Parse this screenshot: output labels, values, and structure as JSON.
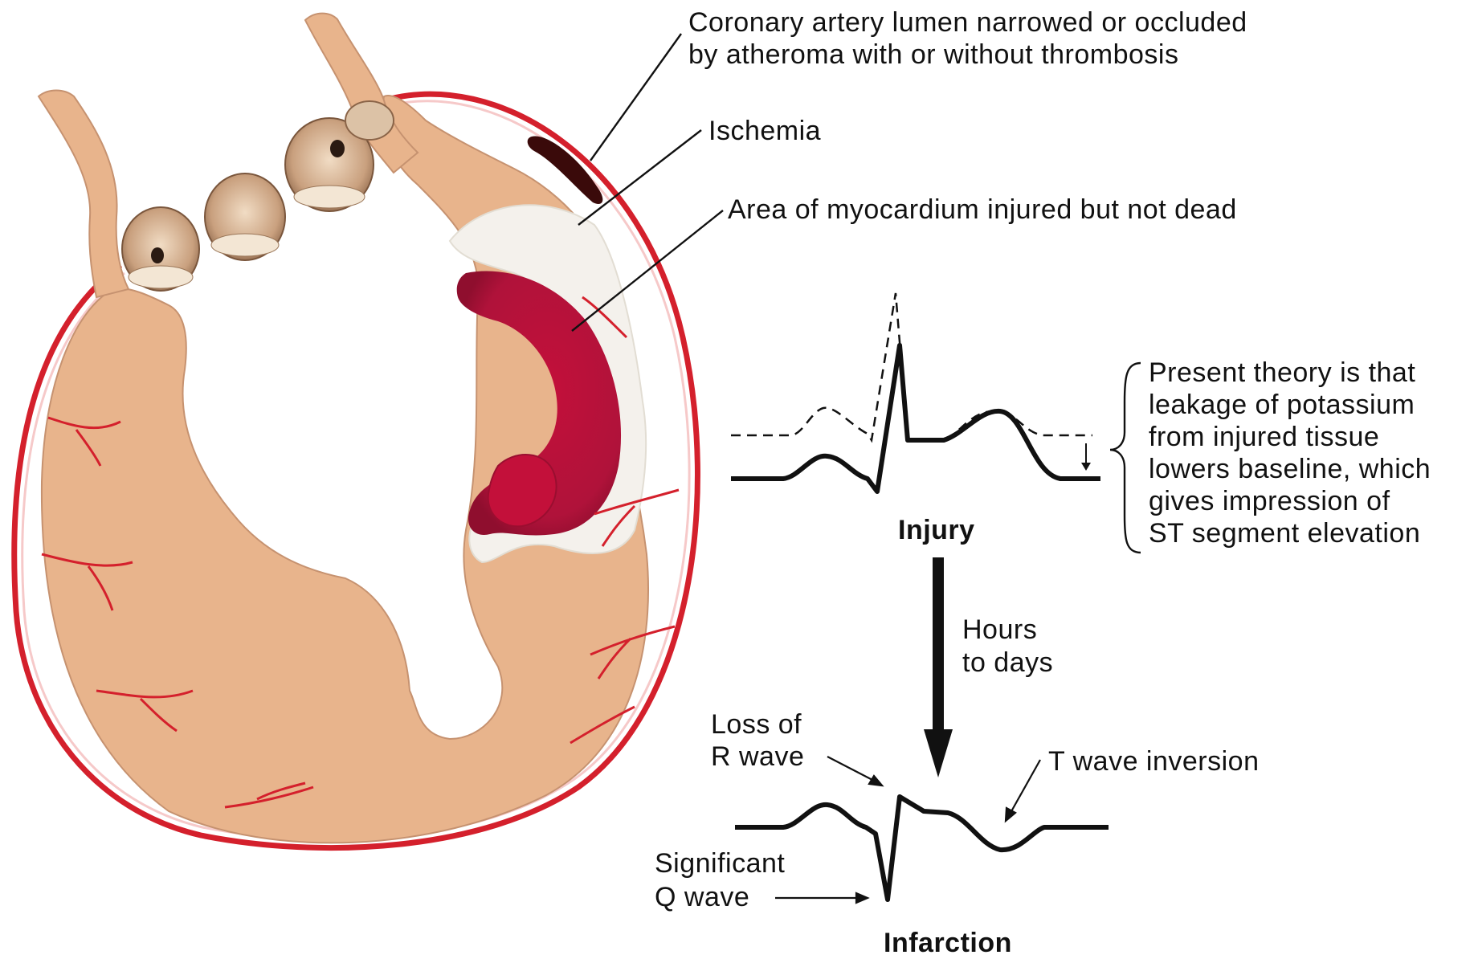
{
  "labels": {
    "coronary_line1": "Coronary artery lumen narrowed or occluded",
    "coronary_line2": "by atheroma with or without thrombosis",
    "ischemia": "Ischemia",
    "area_injured": "Area of myocardium injured but not dead",
    "theory_lines": [
      "Present theory is that",
      "leakage of potassium",
      "from injured tissue",
      "lowers baseline, which",
      "gives impression of",
      "ST segment elevation"
    ],
    "injury": "Injury",
    "hours_line1": "Hours",
    "hours_line2": "to days",
    "loss_line1": "Loss of",
    "loss_line2": "R wave",
    "t_wave": "T wave inversion",
    "sig_line1": "Significant",
    "sig_line2": "Q wave",
    "infarction": "Infarction"
  },
  "colors": {
    "muscle": "#e8b48c",
    "muscle_shadow": "#d49a72",
    "artery": "#d4202c",
    "infarct": "#c0143c",
    "ischemia_white": "#f4f1ec",
    "ink": "#111111"
  }
}
